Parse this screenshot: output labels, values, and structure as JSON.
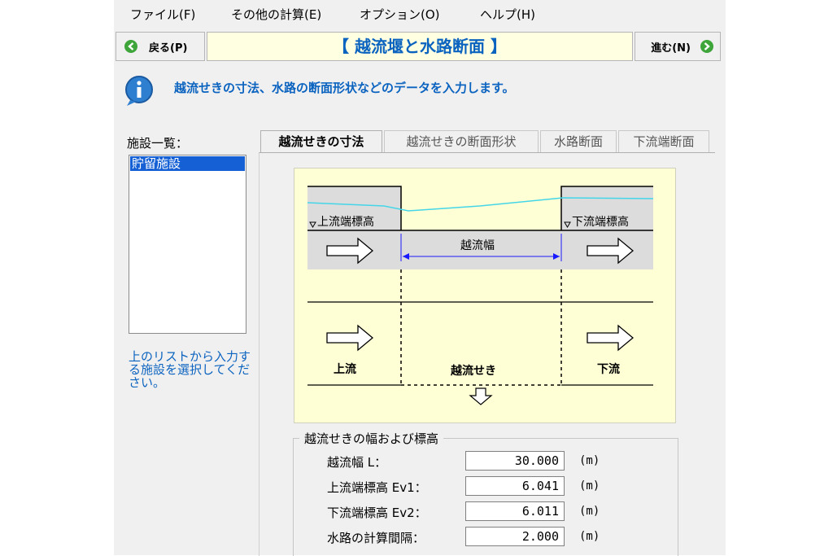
{
  "menu": {
    "items": [
      "ファイル(F)",
      "その他の計算(E)",
      "オプション(O)",
      "ヘルプ(H)"
    ]
  },
  "nav": {
    "back_label": "戻る(P)",
    "title": "【 越流堰と水路断面 】",
    "next_label": "進む(N)"
  },
  "info": {
    "text": "越流せきの寸法、水路の断面形状などのデータを入力します。"
  },
  "facility": {
    "label": "施設一覧：",
    "items": [
      "貯留施設"
    ],
    "hint": "上のリストから入力する施設を選択してください。"
  },
  "tabs": [
    "越流せきの寸法",
    "越流せきの断面形状",
    "水路断面",
    "下流端断面"
  ],
  "diagram": {
    "upstream_elev": "上流端標高",
    "downstream_elev": "下流端標高",
    "weir_width": "越流幅",
    "upstream": "上流",
    "weir": "越流せき",
    "downstream": "下流"
  },
  "form": {
    "group_label": "越流せきの幅および標高",
    "fields": [
      {
        "label": "越流幅 L：",
        "value": "30.000",
        "unit": "(m)"
      },
      {
        "label": "上流端標高 Ev1：",
        "value": "6.041",
        "unit": "(m)"
      },
      {
        "label": "下流端標高 Ev2：",
        "value": "6.011",
        "unit": "(m)"
      },
      {
        "label": "水路の計算間隔：",
        "value": "2.000",
        "unit": "(m)"
      }
    ]
  },
  "colors": {
    "accent_blue": "#0b63c0",
    "title_bg": "#ffffe1",
    "diagram_bg": "#ffffd5",
    "selection": "#1560d4",
    "water": "#44d6e8"
  }
}
